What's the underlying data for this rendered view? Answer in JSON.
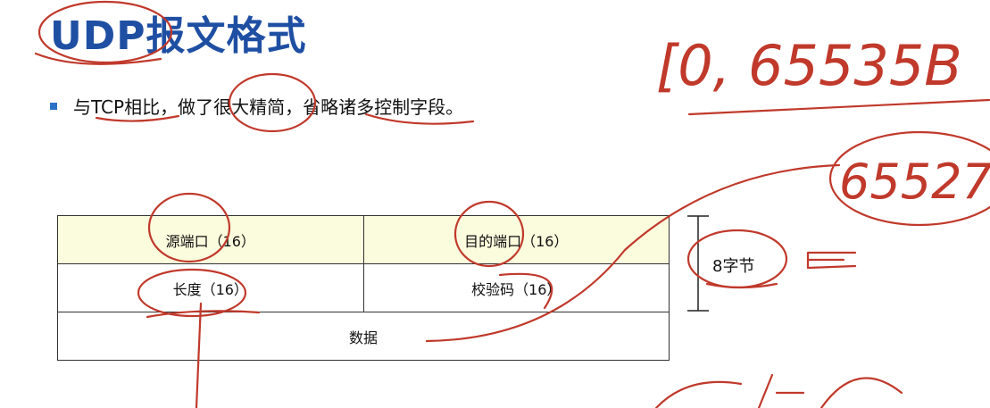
{
  "slide": {
    "title": "UDP报文格式",
    "bullet": "与TCP相比，做了很大精简，省略诸多控制字段。"
  },
  "udp_format": {
    "rows": [
      [
        "源端口（16）",
        "目的端口（16）"
      ],
      [
        "长度（16）",
        "校验码（16）"
      ],
      [
        "数据"
      ]
    ],
    "header_size_label": "8字节"
  },
  "annotations": {
    "handwritten_top": "[0, 65535B",
    "handwritten_mid": "65527"
  },
  "colors": {
    "title": "#1f4fa3",
    "bullet": "#2b72c6",
    "header_fill": "#fbfbdd",
    "ink": "#c0392b"
  }
}
